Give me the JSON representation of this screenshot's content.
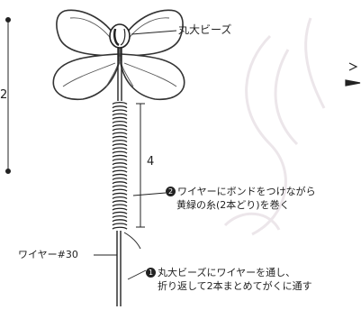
{
  "labels": {
    "bead": "丸大ビーズ",
    "dim_left": "2",
    "dim_4": "4",
    "step2_num": "2",
    "step2_line1": "ワイヤーにボンドをつけながら",
    "step2_line2": "黄緑の糸(2本どり)を巻く",
    "wire": "ワイヤー#30",
    "step1_num": "1",
    "step1_line1": "丸大ビーズにワイヤーを通し、",
    "step1_line2": "折り返して2本まとめてがくに通す"
  },
  "colors": {
    "ink": "#222222",
    "watermark": "#e9e3e7",
    "paper": "#ffffff"
  }
}
